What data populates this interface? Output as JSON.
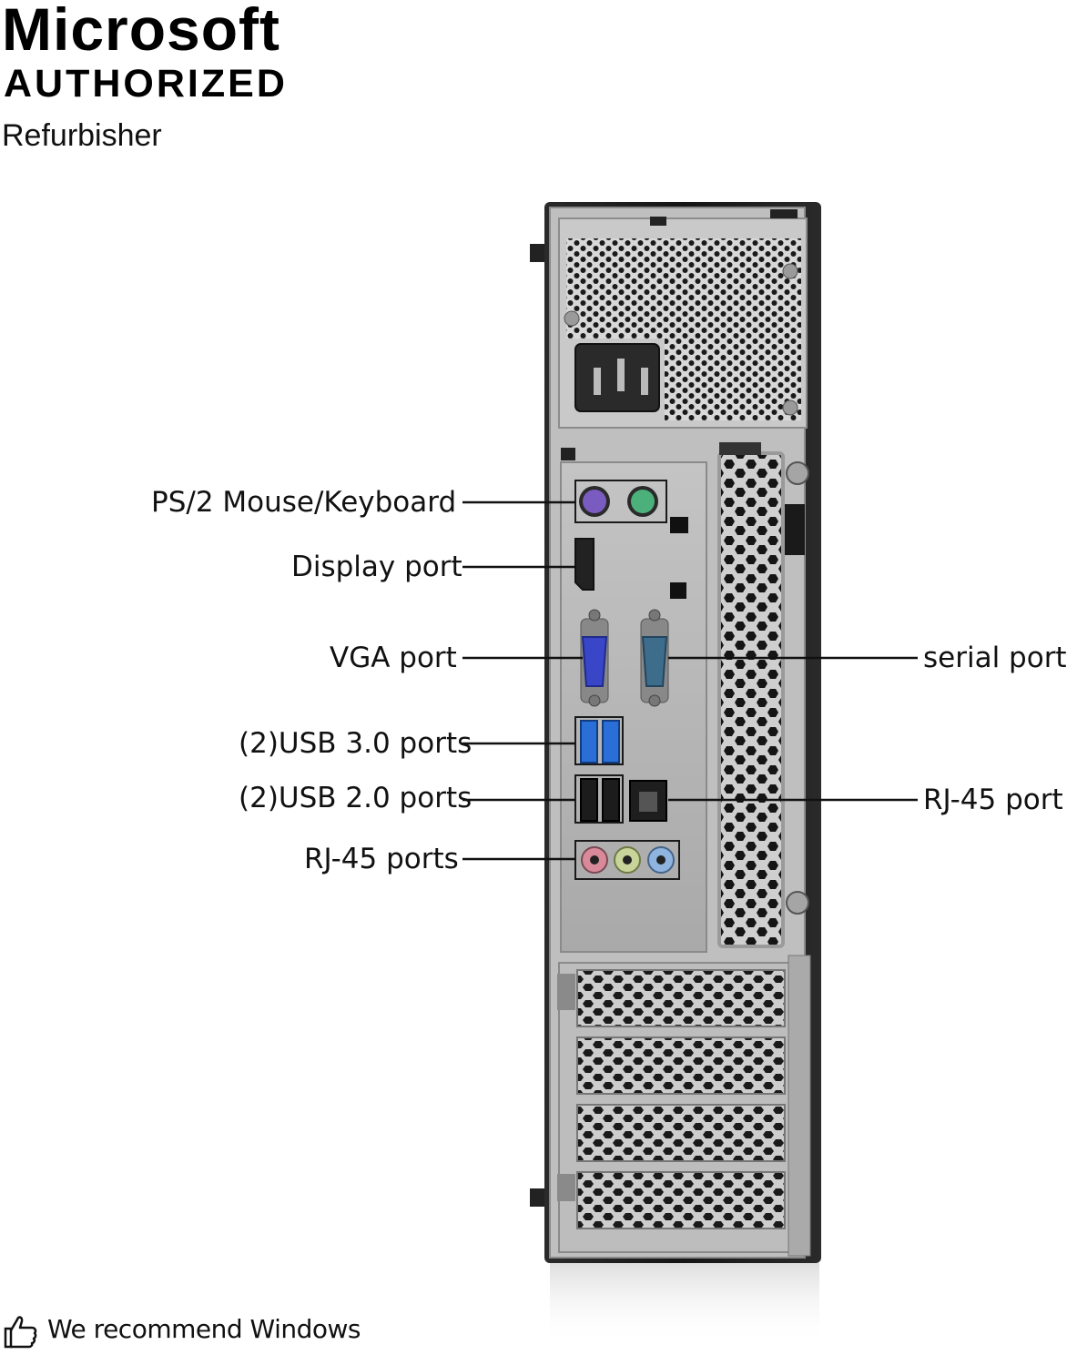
{
  "badge": {
    "line1": "Microsoft",
    "line2": "AUTHORIZED",
    "line3": "Refurbisher"
  },
  "labels": {
    "ps2": "PS/2 Mouse/Keyboard",
    "display": "Display port",
    "vga": "VGA port",
    "usb3": "(2)USB 3.0 ports",
    "usb2": "(2)USB 2.0 ports",
    "audio": "RJ-45 ports",
    "serial": "serial port",
    "rj45": "RJ-45 port"
  },
  "footer": {
    "text": "We recommend Windows",
    "icon": "thumbs-up-icon"
  },
  "colors": {
    "chassis": "#1c1c1c",
    "panel": "#b9b9b9",
    "ps2_mouse": "#7a5bbf",
    "ps2_keyboard": "#4bb07a",
    "vga": "#3a46c8",
    "serial": "#3e6d8c",
    "usb3": "#2a6ed8",
    "audio_pink": "#d98a9a",
    "audio_green": "#c9d49a",
    "audio_blue": "#8fb4e0"
  }
}
